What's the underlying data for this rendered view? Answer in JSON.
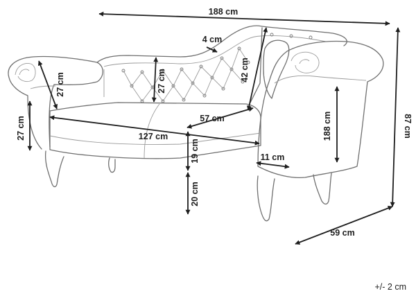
{
  "diagram": {
    "dimensions": {
      "total_width": "188 cm",
      "total_height": "87 cm",
      "depth": "59 cm",
      "backrest_top": "4 cm",
      "back_height": "42 cm",
      "cushion_back_height": "27 cm",
      "arm_inner_height": "27 cm",
      "arm_outer_height": "27 cm",
      "seat_depth": "57 cm",
      "seat_width": "127 cm",
      "seat_thickness": "19 cm",
      "leg_height": "20 cm",
      "arm_width": "11 cm",
      "inner_back_height": "188 cm"
    },
    "tolerance": "+/- 2 cm",
    "colors": {
      "outline": "#6f6f6f",
      "arrow": "#1e1e1e",
      "text": "#1e1e1e"
    }
  }
}
